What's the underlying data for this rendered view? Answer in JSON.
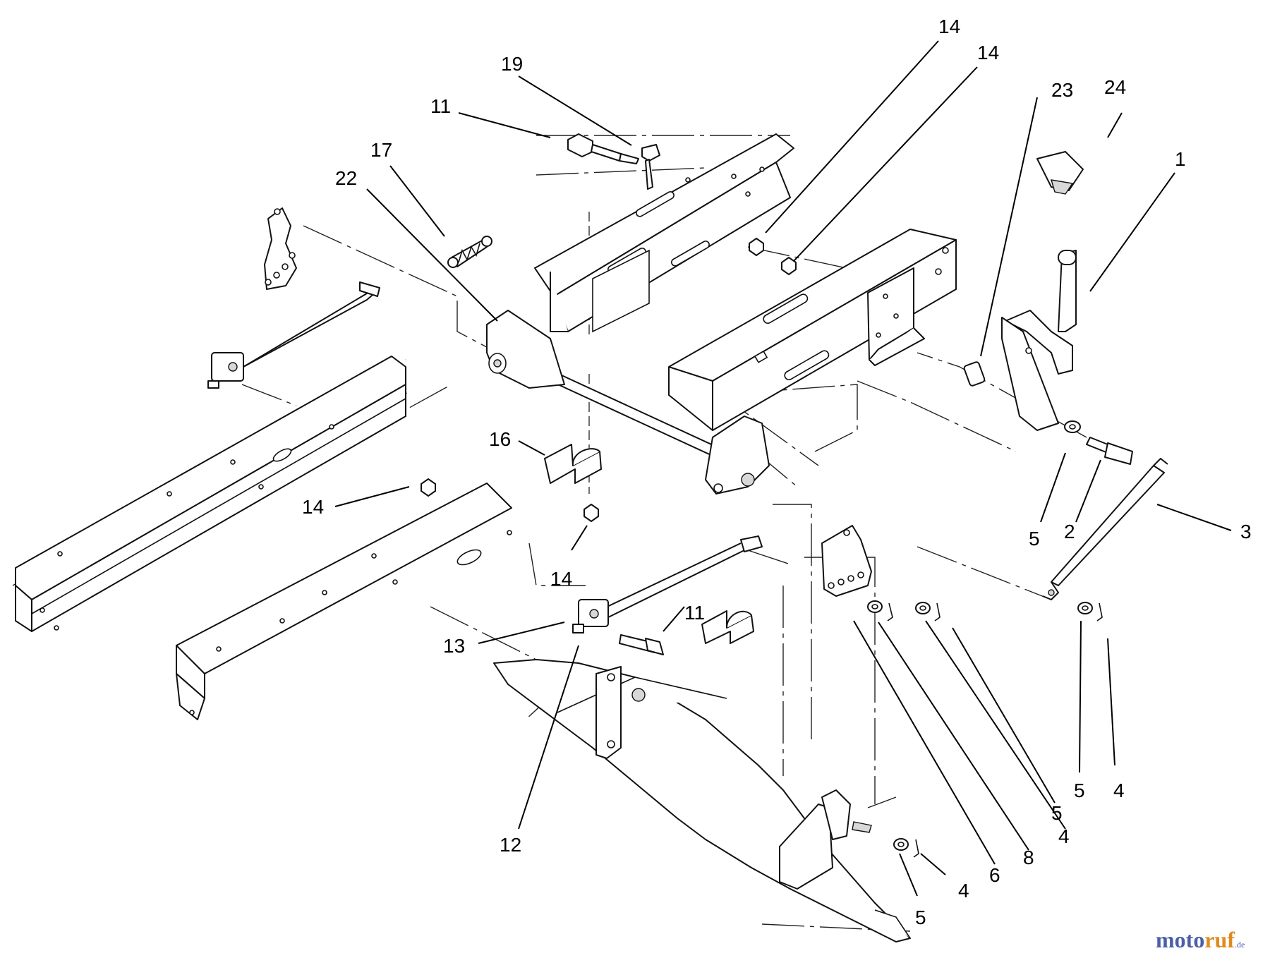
{
  "callouts": [
    {
      "id": "c-14-top-a",
      "label": "14"
    },
    {
      "id": "c-14-top-b",
      "label": "14"
    },
    {
      "id": "c-23",
      "label": "23"
    },
    {
      "id": "c-24",
      "label": "24"
    },
    {
      "id": "c-19",
      "label": "19"
    },
    {
      "id": "c-11-top",
      "label": "11"
    },
    {
      "id": "c-17",
      "label": "17"
    },
    {
      "id": "c-22",
      "label": "22"
    },
    {
      "id": "c-1",
      "label": "1"
    },
    {
      "id": "c-16",
      "label": "16"
    },
    {
      "id": "c-14-left",
      "label": "14"
    },
    {
      "id": "c-14-mid",
      "label": "14"
    },
    {
      "id": "c-5-a",
      "label": "5"
    },
    {
      "id": "c-2",
      "label": "2"
    },
    {
      "id": "c-3",
      "label": "3"
    },
    {
      "id": "c-11-mid",
      "label": "11"
    },
    {
      "id": "c-13",
      "label": "13"
    },
    {
      "id": "c-12",
      "label": "12"
    },
    {
      "id": "c-5-b",
      "label": "5"
    },
    {
      "id": "c-4-a",
      "label": "4"
    },
    {
      "id": "c-5-c",
      "label": "5"
    },
    {
      "id": "c-4-b",
      "label": "4"
    },
    {
      "id": "c-8",
      "label": "8"
    },
    {
      "id": "c-6",
      "label": "6"
    },
    {
      "id": "c-4-c",
      "label": "4"
    },
    {
      "id": "c-5-d",
      "label": "5"
    }
  ],
  "watermark": {
    "part_a": "moto",
    "part_b": "ruf",
    "suffix": ".de"
  }
}
